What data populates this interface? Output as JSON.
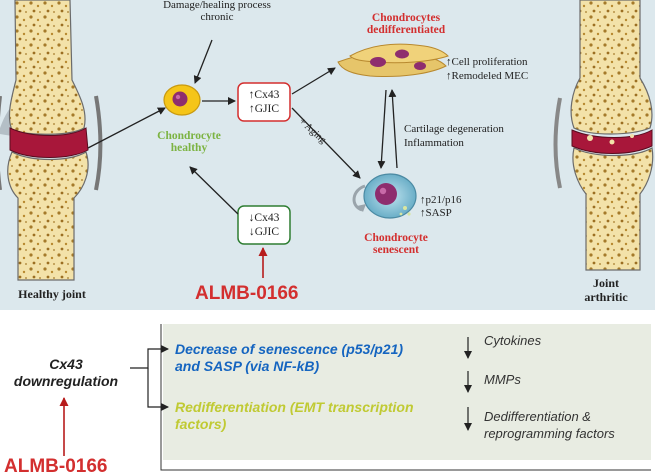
{
  "top": {
    "damage_line1": "Damage/healing process",
    "damage_line2": "chronic",
    "healthy_line1": "Chondrocyte",
    "healthy_line2": "healthy",
    "up_box_line1": "↑Cx43",
    "up_box_line2": "↑GJIC",
    "aging_label": "+ Aging",
    "dediff_line1": "Chondrocytes",
    "dediff_line2": "dedifferentiated",
    "prolif_line1": "↑Cell proliferation",
    "prolif_line2": "↑Remodeled MEC",
    "degen_line1": "Cartilage degeneration",
    "degen_line2": "Inflammation",
    "senes_marker_line1": "↑p21/p16",
    "senes_marker_line2": "↑SASP",
    "senes_line1": "Chondrocyte",
    "senes_line2": "senescent",
    "down_box_line1": "↓Cx43",
    "down_box_line2": "↓GJIC",
    "drug": "ALMB-0166",
    "healthy_joint": "Healthy joint",
    "arthritic_line1": "Joint",
    "arthritic_line2": "arthritic"
  },
  "bottom": {
    "cx43_line1": "Cx43",
    "cx43_line2": "downregulation",
    "senescence_line1": "Decrease of senescence (p53/p21)",
    "senescence_line2": "and SASP (via NF-kB)",
    "redif_line1": "Redifferentiation (EMT transcription",
    "redif_line2": "factors)",
    "cytokines": "Cytokines",
    "mmps": "MMPs",
    "dediff_line1": "Dedifferentiation &",
    "dediff_line2": "reprogramming factors",
    "drug": "ALMB-0166"
  },
  "colors": {
    "panel_bg": "#dce8ed",
    "green": "#7cb342",
    "red": "#d32f2f",
    "dark_red": "#b71c1c",
    "blue": "#1565c0",
    "lime": "#c0ca33",
    "cell_yellow": "#f5c518",
    "nucleus": "#8e2d6e",
    "bone": "#f3e2a9",
    "cartilage": "#a8173a"
  }
}
